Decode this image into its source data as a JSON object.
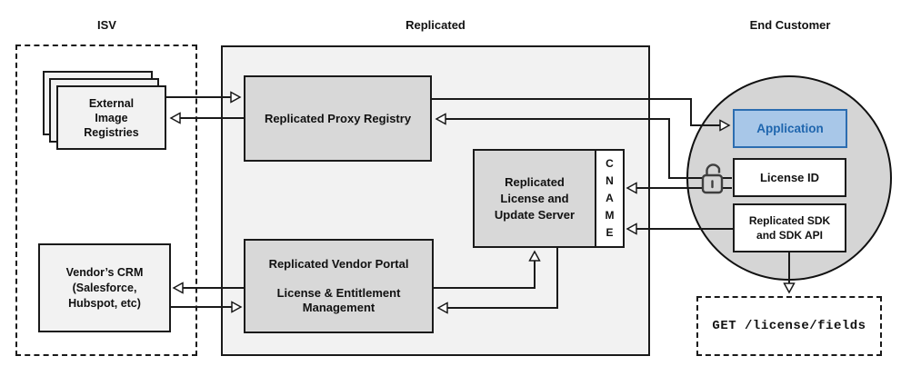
{
  "diagram": {
    "title_isv": "ISV",
    "title_replicated": "Replicated",
    "title_end_customer": "End Customer",
    "isv": {
      "external_registries": {
        "line1": "External",
        "line2": "Image",
        "line3": "Registries"
      },
      "vendor_crm": {
        "line1": "Vendor’s CRM",
        "line2": "(Salesforce,",
        "line3": "Hubspot, etc)"
      }
    },
    "replicated": {
      "proxy_registry": "Replicated Proxy Registry",
      "license_update_server": {
        "line1": "Replicated",
        "line2": "License and",
        "line3": "Update Server"
      },
      "cname": {
        "l1": "C",
        "l2": "N",
        "l3": "A",
        "l4": "M",
        "l5": "E"
      },
      "vendor_portal": {
        "title": "Replicated Vendor Portal",
        "line1": "License & Entitlement",
        "line2": "Management"
      }
    },
    "end_customer": {
      "application": "Application",
      "license_id": "License ID",
      "sdk": {
        "line1": "Replicated SDK",
        "line2": "and SDK API"
      },
      "api_request": "GET /license/fields",
      "icons": {
        "license_lock": "unlock-icon"
      }
    },
    "colors": {
      "application_fill": "#a8c7e8",
      "application_border": "#2c6db0",
      "application_text": "#1f66ae",
      "node_gray": "#d8d8d8",
      "container_gray": "#f2f2f2",
      "circle_gray": "#d5d5d5",
      "light_node": "#f2f2f2",
      "line_color": "#1a1a1a"
    }
  }
}
